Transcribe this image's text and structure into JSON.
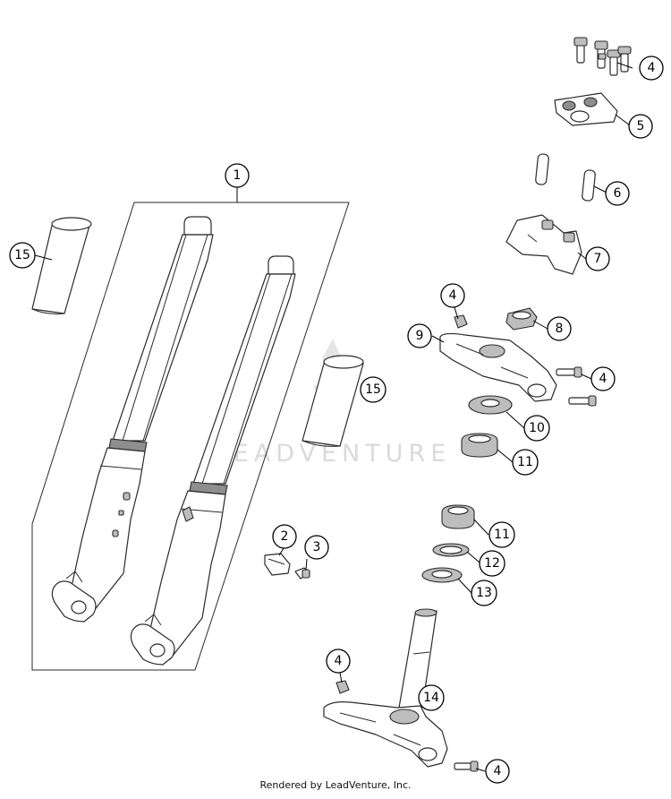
{
  "callouts": [
    {
      "id": "c1",
      "label": "1"
    },
    {
      "id": "c2",
      "label": "2"
    },
    {
      "id": "c3",
      "label": "3"
    },
    {
      "id": "c4a",
      "label": "4"
    },
    {
      "id": "c4b",
      "label": "4"
    },
    {
      "id": "c4c",
      "label": "4"
    },
    {
      "id": "c4d",
      "label": "4"
    },
    {
      "id": "c4e",
      "label": "4"
    },
    {
      "id": "c5",
      "label": "5"
    },
    {
      "id": "c6",
      "label": "6"
    },
    {
      "id": "c7",
      "label": "7"
    },
    {
      "id": "c8",
      "label": "8"
    },
    {
      "id": "c9",
      "label": "9"
    },
    {
      "id": "c10",
      "label": "10"
    },
    {
      "id": "c11a",
      "label": "11"
    },
    {
      "id": "c11b",
      "label": "11"
    },
    {
      "id": "c12",
      "label": "12"
    },
    {
      "id": "c13",
      "label": "13"
    },
    {
      "id": "c14",
      "label": "14"
    },
    {
      "id": "c15a",
      "label": "15"
    },
    {
      "id": "c15b",
      "label": "15"
    }
  ],
  "watermark": "LEADVENTURE",
  "footer": "Rendered by LeadVenture, Inc.",
  "colors": {
    "line": "#2a2a2a",
    "part_fill": "#ffffff",
    "shade": "#bdbdbd",
    "watermark": "#d6d6d6"
  }
}
